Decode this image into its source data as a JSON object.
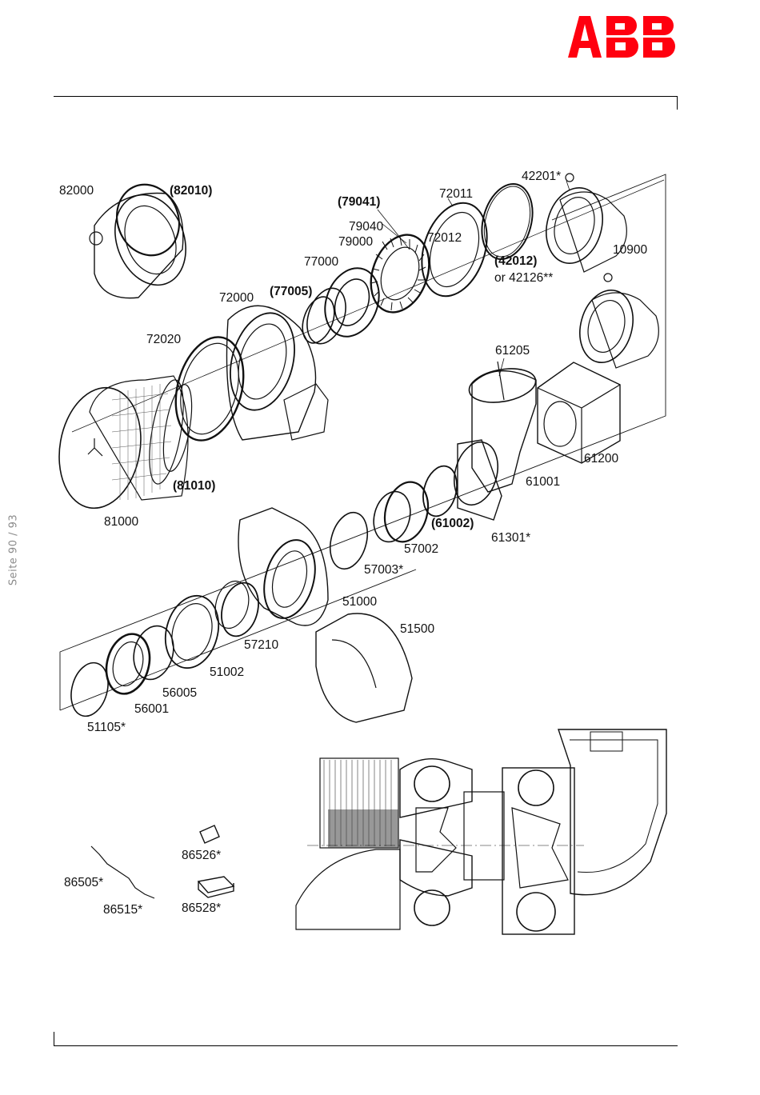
{
  "brand": {
    "logo_text": "ABB",
    "color": "#ff000f"
  },
  "page_indicator": "Seite 90 / 93",
  "part_labels": [
    {
      "id": "82000",
      "text": "82000",
      "bold": false
    },
    {
      "id": "82010",
      "text": "(82010)",
      "bold": true
    },
    {
      "id": "79041",
      "text": "(79041)",
      "bold": true
    },
    {
      "id": "72011",
      "text": "72011",
      "bold": false
    },
    {
      "id": "42201",
      "text": "42201*",
      "bold": false
    },
    {
      "id": "79040",
      "text": "79040",
      "bold": false
    },
    {
      "id": "79000",
      "text": "79000",
      "bold": false
    },
    {
      "id": "72012",
      "text": "72012",
      "bold": false
    },
    {
      "id": "10900",
      "text": "10900",
      "bold": false
    },
    {
      "id": "77000",
      "text": "77000",
      "bold": false
    },
    {
      "id": "42012",
      "text": "(42012)",
      "bold": true
    },
    {
      "id": "42126",
      "text": "or 42126**",
      "bold": false
    },
    {
      "id": "72000",
      "text": "72000",
      "bold": false
    },
    {
      "id": "77005",
      "text": "(77005)",
      "bold": true
    },
    {
      "id": "72020",
      "text": "72020",
      "bold": false
    },
    {
      "id": "61205",
      "text": "61205",
      "bold": false
    },
    {
      "id": "61200",
      "text": "61200",
      "bold": false
    },
    {
      "id": "81010",
      "text": "(81010)",
      "bold": true
    },
    {
      "id": "61001",
      "text": "61001",
      "bold": false
    },
    {
      "id": "81000",
      "text": "81000",
      "bold": false
    },
    {
      "id": "61002",
      "text": "(61002)",
      "bold": true
    },
    {
      "id": "61301",
      "text": "61301*",
      "bold": false
    },
    {
      "id": "57002",
      "text": "57002",
      "bold": false
    },
    {
      "id": "57003",
      "text": "57003*",
      "bold": false
    },
    {
      "id": "51000",
      "text": "51000",
      "bold": false
    },
    {
      "id": "51500",
      "text": "51500",
      "bold": false
    },
    {
      "id": "57210",
      "text": "57210",
      "bold": false
    },
    {
      "id": "51002",
      "text": "51002",
      "bold": false
    },
    {
      "id": "56005",
      "text": "56005",
      "bold": false
    },
    {
      "id": "56001",
      "text": "56001",
      "bold": false
    },
    {
      "id": "51105",
      "text": "51105*",
      "bold": false
    },
    {
      "id": "86526",
      "text": "86526*",
      "bold": false
    },
    {
      "id": "86505",
      "text": "86505*",
      "bold": false
    },
    {
      "id": "86515",
      "text": "86515*",
      "bold": false
    },
    {
      "id": "86528",
      "text": "86528*",
      "bold": false
    }
  ]
}
